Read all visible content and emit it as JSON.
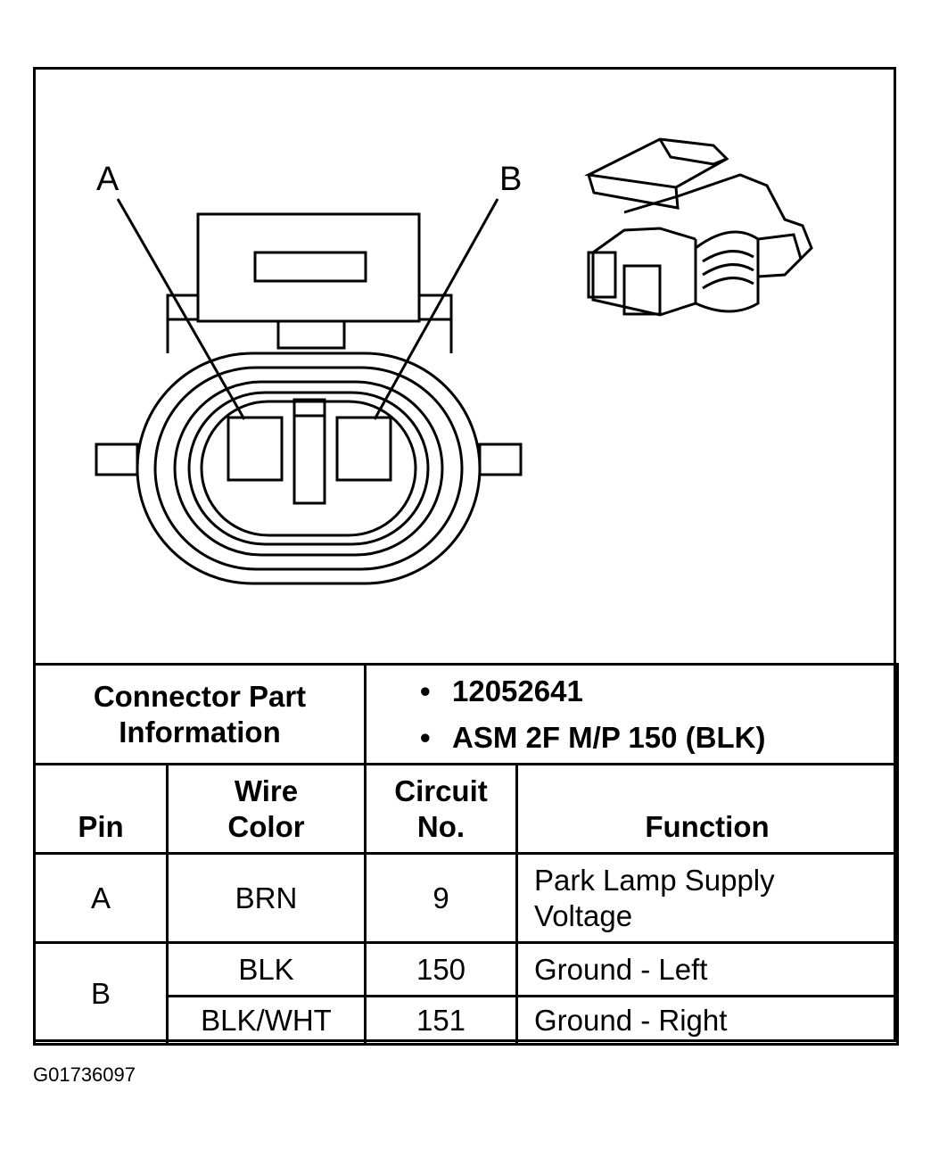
{
  "diagram": {
    "pin_labels": [
      "A",
      "B"
    ]
  },
  "part_info": {
    "label": "Connector Part Information",
    "part_numbers": [
      "12052641",
      "ASM 2F M/P 150 (BLK)"
    ]
  },
  "table": {
    "headers": {
      "pin": "Pin",
      "wire_color": "Wire Color",
      "circuit": "Circuit No.",
      "function": "Function"
    },
    "rows": [
      {
        "pin": "A",
        "wire_color": "BRN",
        "circuit": "9",
        "function": "Park Lamp Supply Voltage"
      },
      {
        "pin": "B",
        "wire_color": "BLK",
        "circuit": "150",
        "function": "Ground - Left"
      },
      {
        "pin": "",
        "wire_color": "BLK/WHT",
        "circuit": "151",
        "function": "Ground - Right"
      }
    ]
  },
  "figure_id": "G01736097"
}
